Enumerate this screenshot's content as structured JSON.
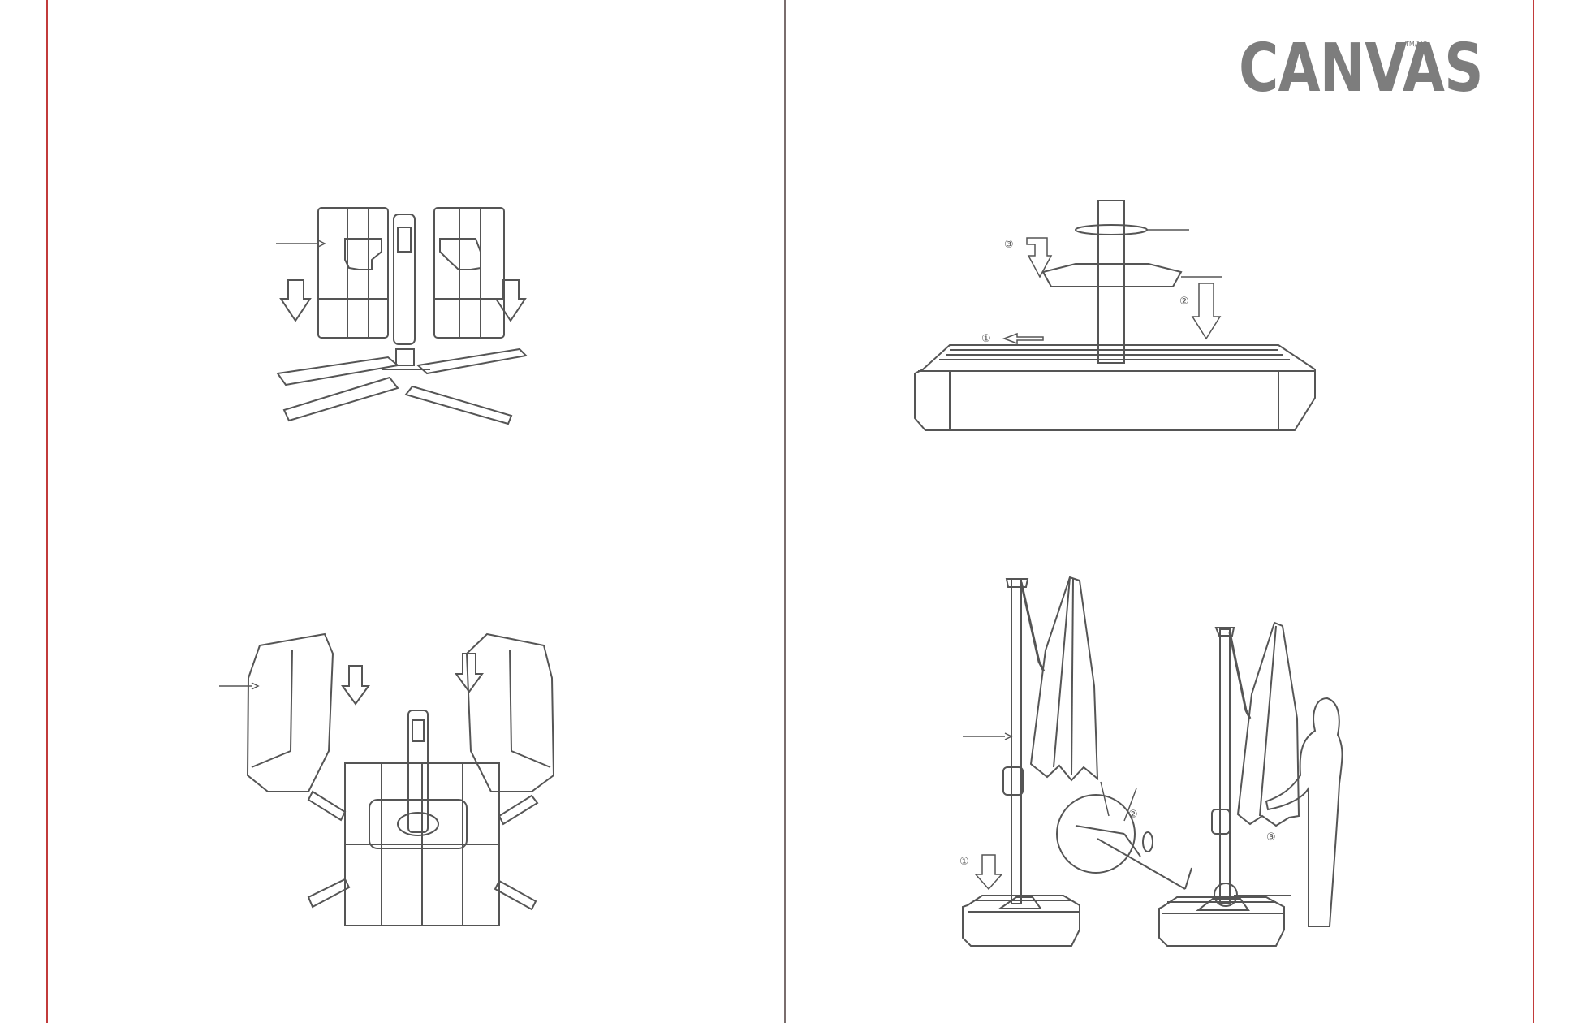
{
  "document": {
    "brand": {
      "wordmark": "CANVAS",
      "trademark": "TM/MC"
    },
    "colors": {
      "margin_line": "#c23b3b",
      "fold_line": "#7a6e6e",
      "drawing_stroke": "#555555",
      "brand_text": "#7d7d7d"
    },
    "figures": [
      {
        "id": "fig-base-weights-top",
        "icon": "base-weights-drop-icon"
      },
      {
        "id": "fig-base-weights-bottom",
        "icon": "base-weights-angled-icon"
      },
      {
        "id": "fig-base-cover-plate",
        "icon": "base-cover-plate-icon"
      },
      {
        "id": "fig-umbrella-setup",
        "icon": "umbrella-setup-icon"
      }
    ],
    "step_markers": {
      "one": "①",
      "two": "②",
      "three": "③"
    }
  }
}
